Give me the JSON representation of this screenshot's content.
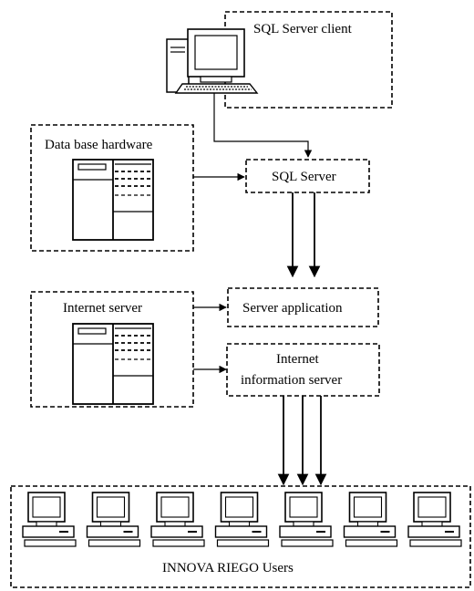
{
  "diagram": {
    "sql_client_label": "SQL Server client",
    "db_hardware_label": "Data base hardware",
    "sql_server_label": "SQL Server",
    "internet_server_label": "Internet server",
    "server_application_label": "Server application",
    "iis_label_line1": "Internet",
    "iis_label_line2": "information server",
    "users_label": "INNOVA RIEGO Users",
    "user_count": 7,
    "icons": [
      "desktop-computer-icon",
      "server-cabinet-icon",
      "workstation-icon"
    ]
  }
}
